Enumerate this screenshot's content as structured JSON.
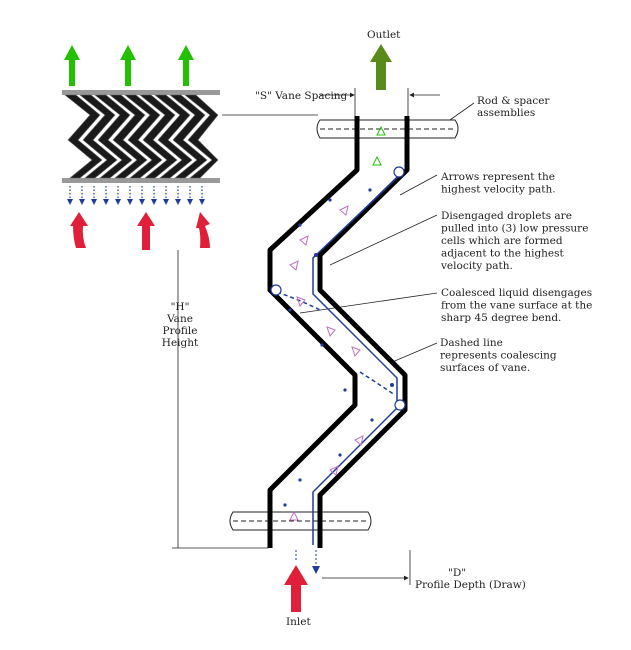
{
  "labels": {
    "outlet": "Outlet",
    "inlet": "Inlet",
    "vane_spacing": "\"S\" Vane Spacing",
    "rod_spacer": [
      "Rod & spacer",
      "assemblies"
    ],
    "arrows_note": [
      "Arrows represent the",
      "highest velocity path."
    ],
    "droplets_note": [
      "Disengaged droplets are",
      "pulled into (3) low pressure",
      "cells which are formed",
      "adjacent to the highest",
      "velocity path."
    ],
    "coalesced_note": [
      "Coalesced liquid disengages",
      "from the vane surface at the",
      "sharp 45 degree bend."
    ],
    "dashed_note": [
      "Dashed line",
      "represents coalescing",
      "surfaces of vane."
    ],
    "height": [
      "\"H\"",
      "Vane",
      "Profile",
      "Height"
    ],
    "depth": [
      "\"D\"",
      "Profile Depth (Draw)"
    ]
  },
  "colors": {
    "outlet_arrow": "#5a8a1a",
    "inlet_arrow": "#e0203a",
    "green_arrow": "#22c000",
    "droplet_blue": "#1e3c9a",
    "arrow_pink": "#c070c0"
  }
}
